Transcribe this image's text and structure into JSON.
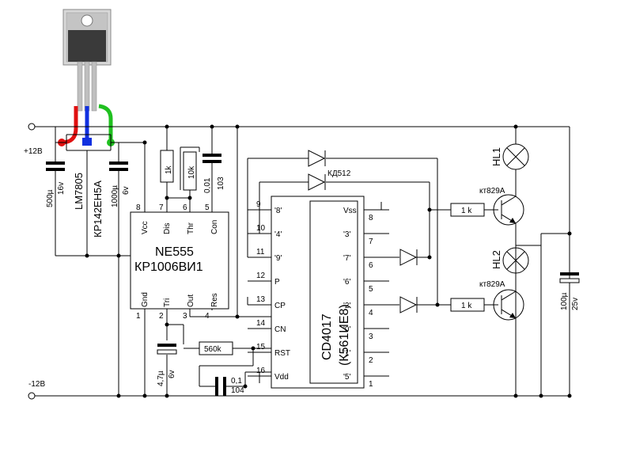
{
  "regulator": {
    "part": "LM7805",
    "alt_part": "КР142ЕН5А",
    "lead_colors": {
      "input": "#e01010",
      "ground": "#1030e0",
      "output": "#20c020"
    }
  },
  "power": {
    "positive": "+12В",
    "negative": "-12В"
  },
  "capacitors": {
    "c_in": {
      "value": "500µ",
      "voltage": "16v"
    },
    "c_out": {
      "value": "1000µ",
      "voltage": "6v"
    },
    "c_timer": {
      "value": "0,01",
      "code": "103"
    },
    "c_trig": {
      "value": "4,7µ",
      "voltage": "6v"
    },
    "c_reset": {
      "value": "0,1",
      "code": "104"
    },
    "c_lamp": {
      "value": "100µ",
      "voltage": "25v"
    }
  },
  "resistors": {
    "r1": "1k",
    "r2": "10k",
    "r_reset": "560k",
    "r_base1": "1 k",
    "r_base2": "1 k"
  },
  "timer_ic": {
    "name": "NE555",
    "alt_name": "КР1006ВИ1",
    "pins": {
      "vcc": "Vcc",
      "dis": "Dis",
      "thr": "Thr",
      "con": "Con",
      "gnd": "Gnd",
      "tri": "Tri",
      "out": "Out",
      "res": "Res"
    },
    "pin_numbers": {
      "vcc": "8",
      "dis": "7",
      "thr": "6",
      "con": "5",
      "gnd": "1",
      "tri": "2",
      "out": "3",
      "res": "4"
    }
  },
  "counter_ic": {
    "name": "CD4017",
    "alt_name": "(К561ИЕ8)",
    "left_pins": [
      {
        "num": "9",
        "label": "'8'"
      },
      {
        "num": "10",
        "label": "'4'"
      },
      {
        "num": "11",
        "label": "'9'"
      },
      {
        "num": "12",
        "label": "P"
      },
      {
        "num": "13",
        "label": "CP"
      },
      {
        "num": "14",
        "label": "CN"
      },
      {
        "num": "15",
        "label": "RST"
      },
      {
        "num": "16",
        "label": "Vdd"
      }
    ],
    "right_pins": [
      {
        "num": "8",
        "label": "Vss"
      },
      {
        "num": "7",
        "label": "'3'"
      },
      {
        "num": "6",
        "label": "'7'"
      },
      {
        "num": "5",
        "label": "'6'"
      },
      {
        "num": "4",
        "label": "'2'"
      },
      {
        "num": "3",
        "label": "'0'"
      },
      {
        "num": "2",
        "label": "'1'"
      },
      {
        "num": "1",
        "label": "'5'"
      }
    ]
  },
  "diodes": {
    "type": "КД512"
  },
  "transistors": {
    "q1": "кт829А",
    "q2": "кт829А"
  },
  "lamps": {
    "hl1": "HL1",
    "hl2": "HL2"
  }
}
